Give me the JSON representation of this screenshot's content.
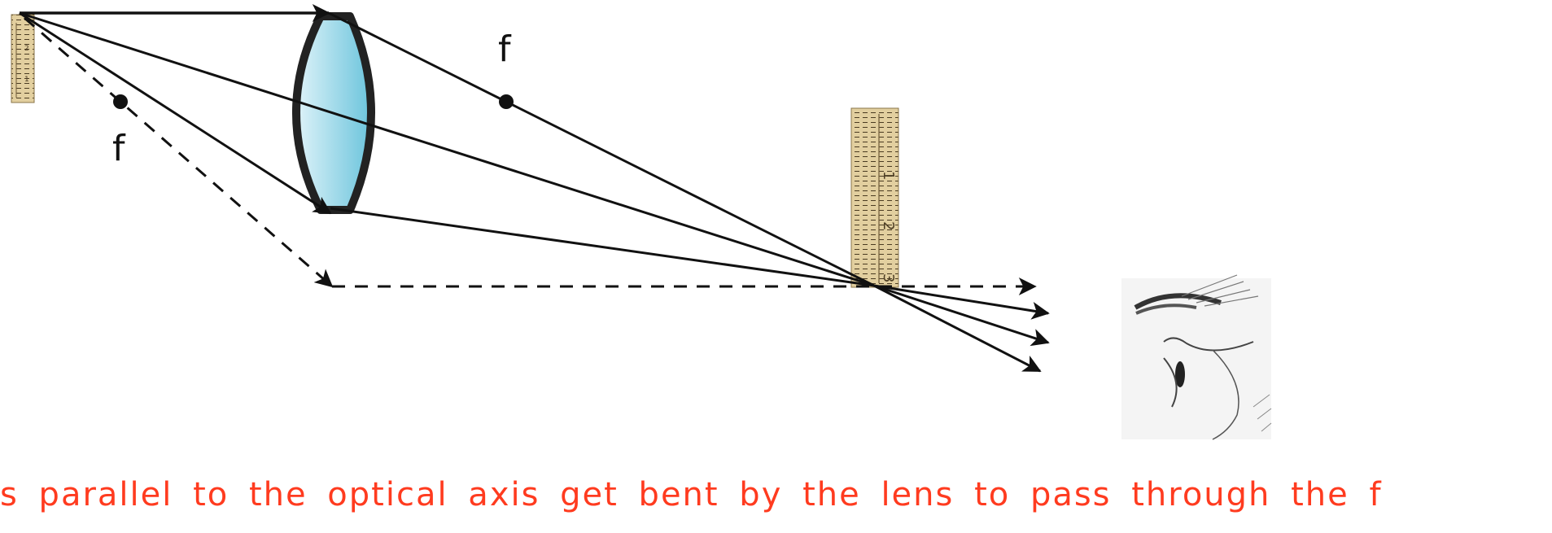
{
  "labels": {
    "focal_left": "f",
    "focal_right": "f"
  },
  "caption": {
    "text": "s parallel to the optical axis get bent by the lens to pass through the focal"
  },
  "colors": {
    "ray": "#111111",
    "lens_fill_light": "#dff3f9",
    "lens_fill_dark": "#6bc4dc",
    "lens_outline": "#222222",
    "ruler_wood": "#e2cf9f",
    "ruler_ink": "#4a3b22",
    "caption_text": "#ff3b1f"
  },
  "icons": {
    "object": "ruler-icon",
    "image": "ruler-icon",
    "observer": "eye-sketch-icon"
  }
}
